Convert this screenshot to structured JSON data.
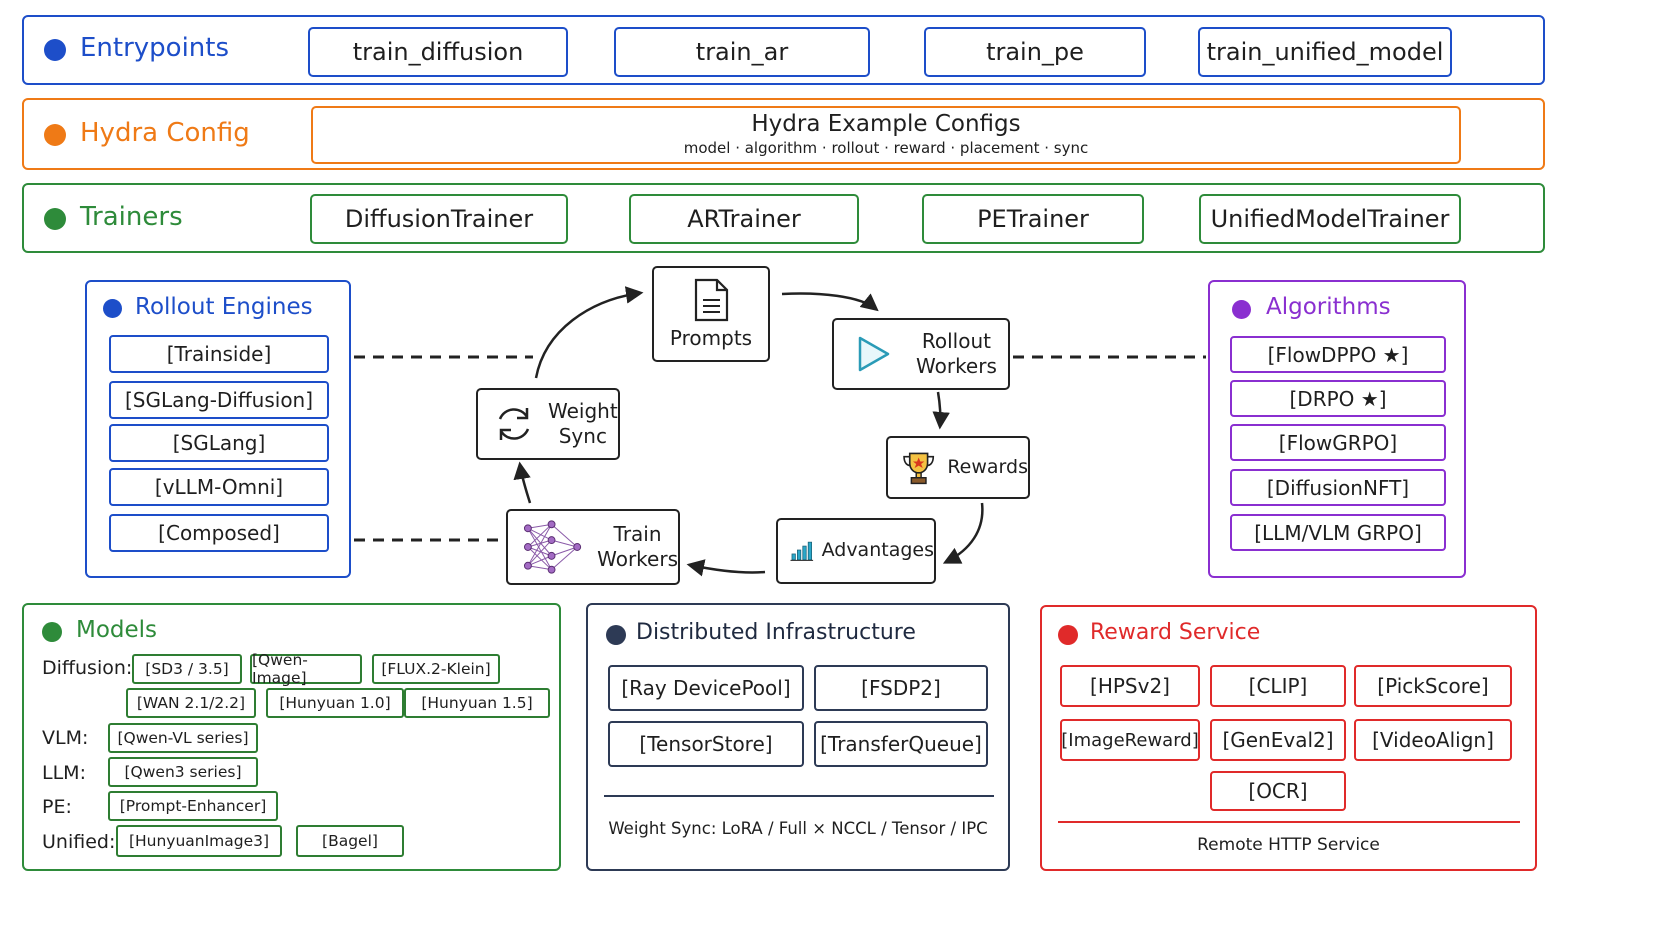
{
  "colors": {
    "blue": "#1d4ec9",
    "orange": "#ef7a16",
    "green": "#2e8b3a",
    "purple": "#8a2fd0",
    "navy": "#2d3a55",
    "red": "#e02a2a",
    "dark": "#222222"
  },
  "entrypoints": {
    "title": "Entrypoints",
    "items": [
      "train_diffusion",
      "train_ar",
      "train_pe",
      "train_unified_model"
    ]
  },
  "hydra": {
    "title": "Hydra Config",
    "box_title": "Hydra Example Configs",
    "box_subtitle": "model · algorithm · rollout · reward · placement · sync"
  },
  "trainers": {
    "title": "Trainers",
    "items": [
      "DiffusionTrainer",
      "ARTrainer",
      "PETrainer",
      "UnifiedModelTrainer"
    ]
  },
  "rollout_engines": {
    "title": "Rollout Engines",
    "items": [
      "[Trainside]",
      "[SGLang-Diffusion]",
      "[SGLang]",
      "[vLLM-Omni]",
      "[Composed]"
    ]
  },
  "algorithms": {
    "title": "Algorithms",
    "items": [
      "[FlowDPPO ★]",
      "[DRPO ★]",
      "[FlowGRPO]",
      "[DiffusionNFT]",
      "[LLM/VLM GRPO]"
    ]
  },
  "cycle": {
    "prompts": "Prompts",
    "rollout_workers": [
      "Rollout",
      "Workers"
    ],
    "rewards": "Rewards",
    "advantages": "Advantages",
    "train_workers": [
      "Train",
      "Workers"
    ],
    "weight_sync": [
      "Weight",
      "Sync"
    ]
  },
  "models": {
    "title": "Models",
    "diffusion_label": "Diffusion:",
    "diffusion": [
      "[SD3 / 3.5]",
      "[Qwen-Image]",
      "[FLUX.2-Klein]",
      "[WAN 2.1/2.2]",
      "[Hunyuan 1.0]",
      "[Hunyuan 1.5]"
    ],
    "vlm_label": "VLM:",
    "vlm": [
      "[Qwen-VL series]"
    ],
    "llm_label": "LLM:",
    "llm": [
      "[Qwen3 series]"
    ],
    "pe_label": "PE:",
    "pe": [
      "[Prompt-Enhancer]"
    ],
    "unified_label": "Unified:",
    "unified": [
      "[HunyuanImage3]",
      "[Bagel]"
    ]
  },
  "infra": {
    "title": "Distributed Infrastructure",
    "items": [
      "[Ray DevicePool]",
      "[FSDP2]",
      "[TensorStore]",
      "[TransferQueue]"
    ],
    "footer": "Weight Sync: LoRA / Full × NCCL / Tensor / IPC"
  },
  "reward_service": {
    "title": "Reward Service",
    "items": [
      "[HPSv2]",
      "[CLIP]",
      "[PickScore]",
      "[ImageReward]",
      "[GenEval2]",
      "[VideoAlign]",
      "[OCR]"
    ],
    "footer": "Remote HTTP Service"
  }
}
